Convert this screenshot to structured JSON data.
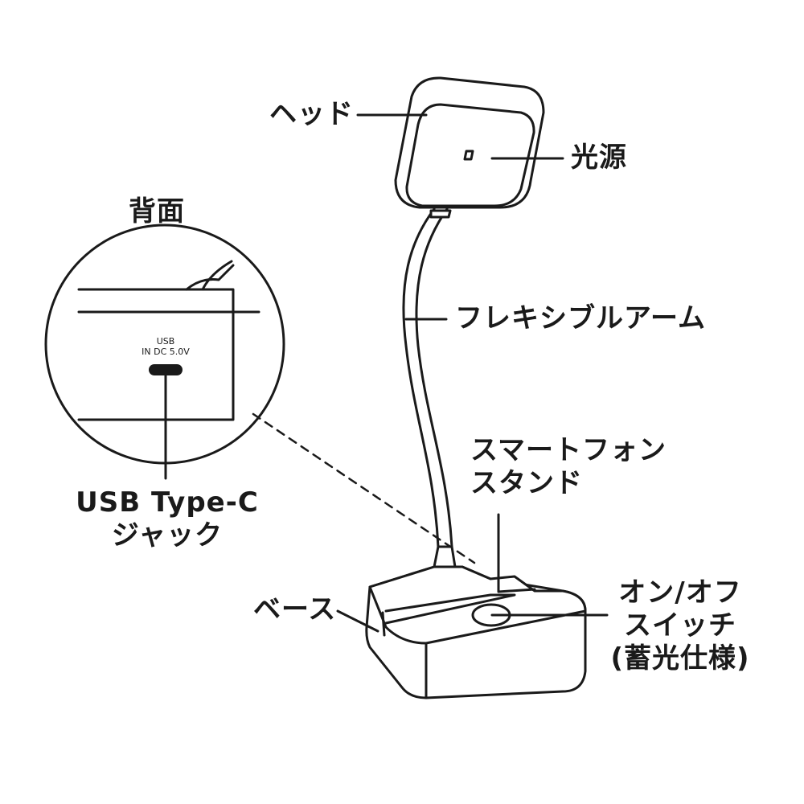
{
  "labels": {
    "head": "ヘッド",
    "light_source": "光源",
    "back": "背面",
    "flexible_arm": "フレキシブルアーム",
    "usb_line1": "USB Type-C",
    "usb_line2": "ジャック",
    "phone_stand_line1": "スマートフォン",
    "phone_stand_line2": "スタンド",
    "base": "ベース",
    "switch_line1": "オン/オフ",
    "switch_line2": "スイッチ",
    "switch_line3": "(蓄光仕様)"
  },
  "port_marking": {
    "line1": "USB",
    "line2": "IN DC 5.0V"
  },
  "colors": {
    "ink": "#1a1a1a",
    "background": "#ffffff"
  }
}
